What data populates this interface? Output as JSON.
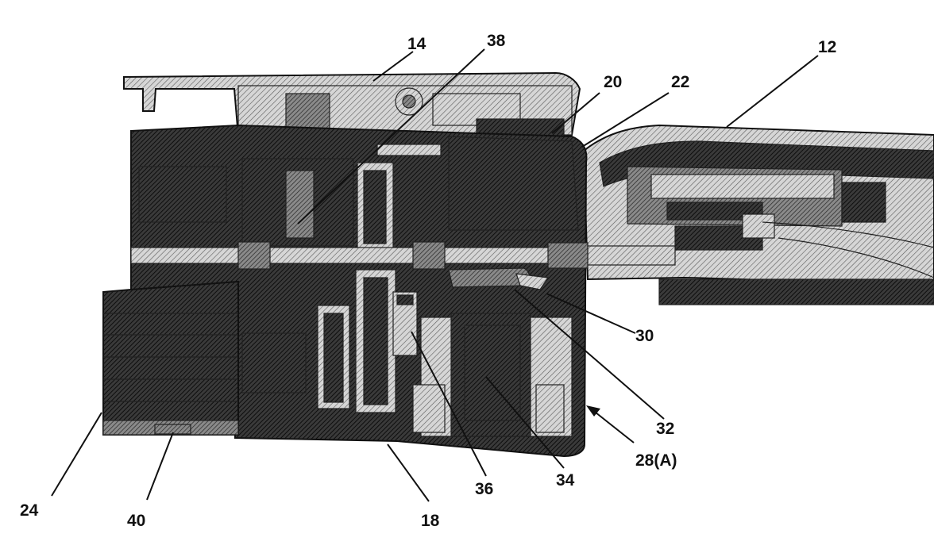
{
  "figure": {
    "colors": {
      "background": "#ffffff",
      "ink": "#111111",
      "hatch_dark": "#2b2b2b",
      "hatch_light": "#bdbdbd"
    },
    "labels": {
      "l12": "12",
      "l14": "14",
      "l18": "18",
      "l20": "20",
      "l22": "22",
      "l24": "24",
      "l28": "28(A)",
      "l30": "30",
      "l32": "32",
      "l34": "34",
      "l36": "36",
      "l38": "38",
      "l40": "40"
    }
  }
}
